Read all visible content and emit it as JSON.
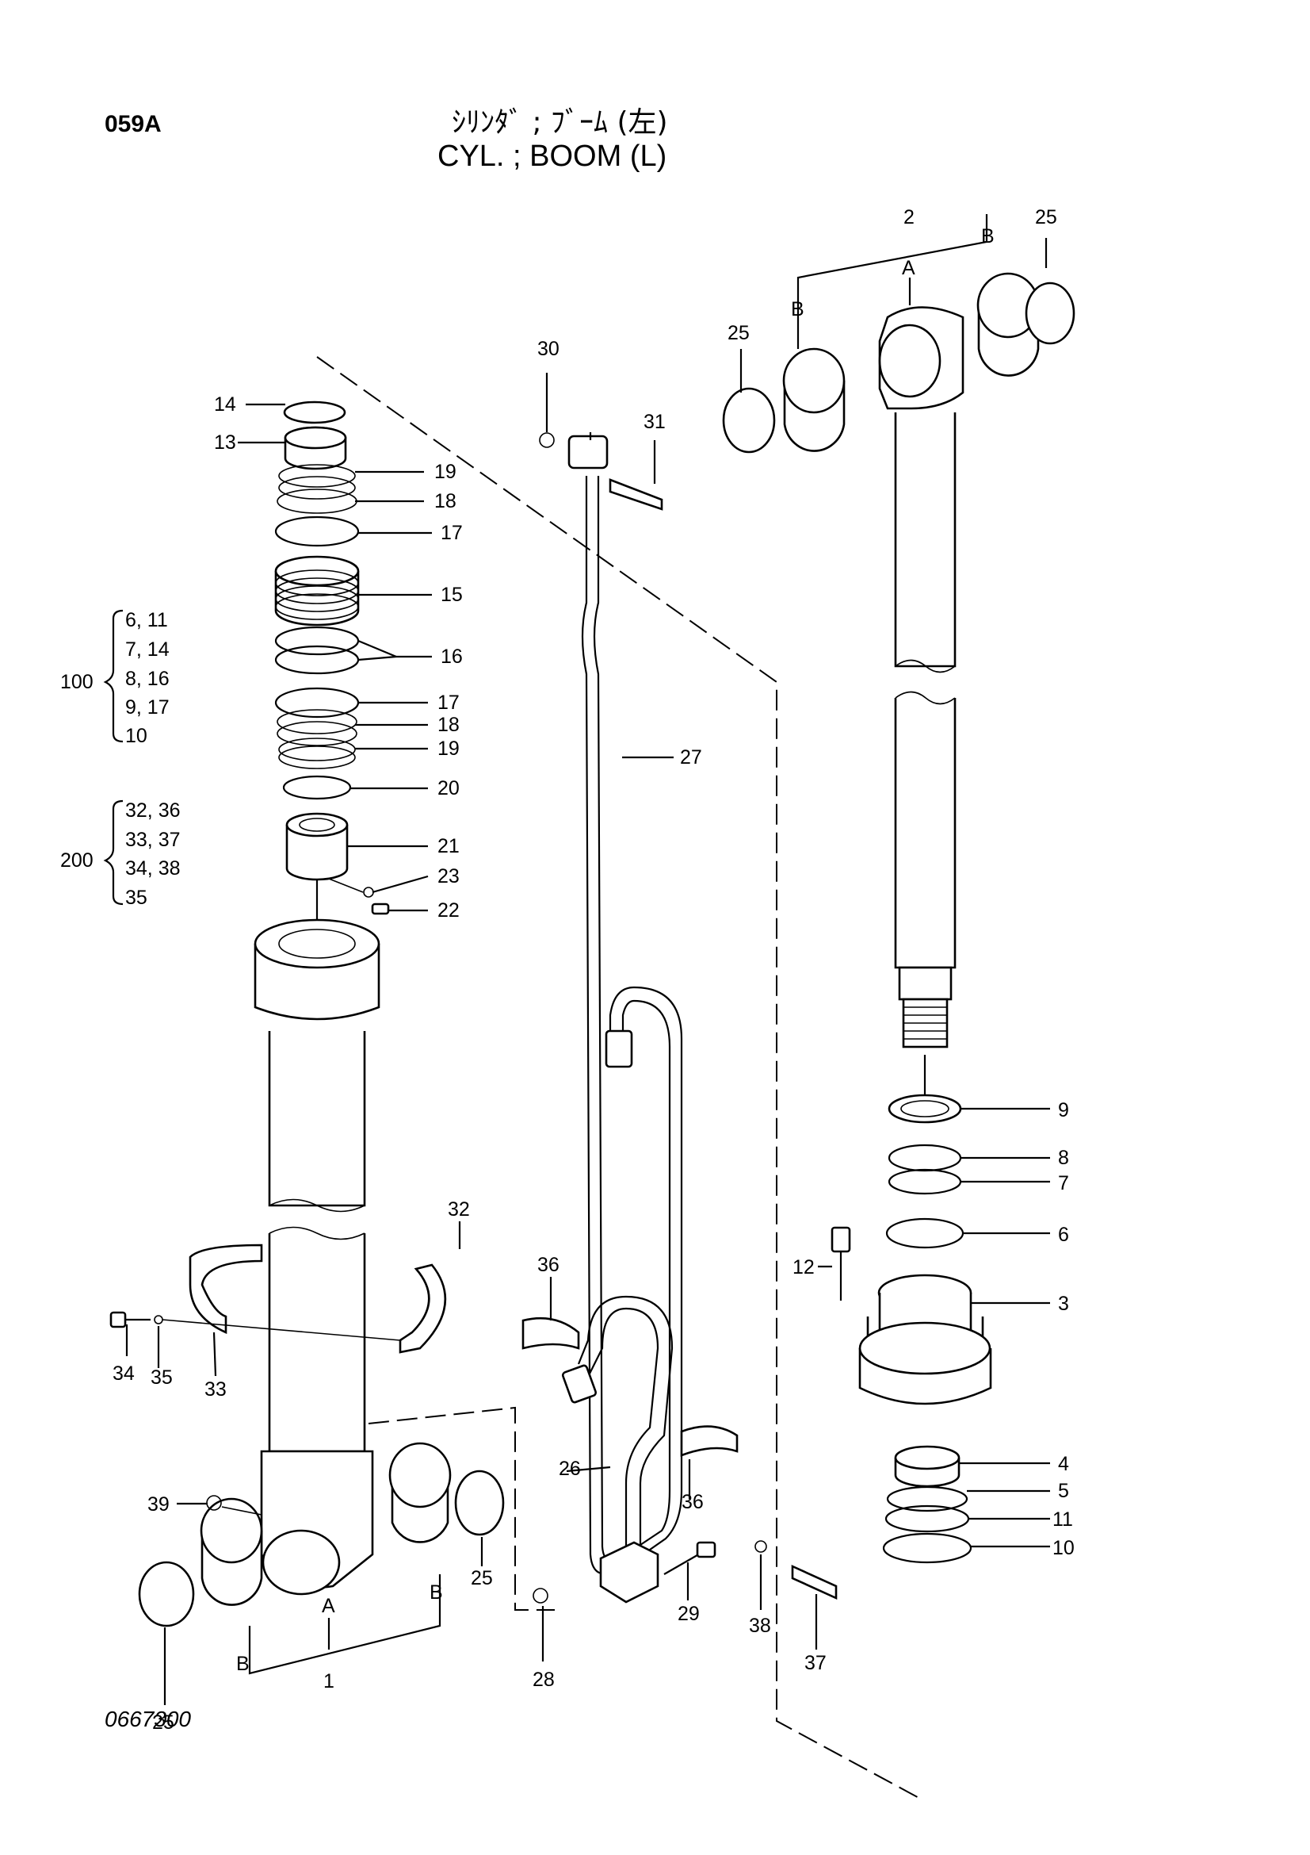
{
  "header": {
    "code": "059A",
    "title_jp": "ｼﾘﾝﾀﾞ ; ﾌﾞｰﾑ (左)",
    "title_en": "CYL. ; BOOM (L)"
  },
  "drawing_number": "0667300",
  "callouts": {
    "n1": "1",
    "n2": "2",
    "n3": "3",
    "n4": "4",
    "n5": "5",
    "n6": "6",
    "n7": "7",
    "n8": "8",
    "n9": "9",
    "n10": "10",
    "n11": "11",
    "n12": "12",
    "n13": "13",
    "n14": "14",
    "n15": "15",
    "n16": "16",
    "n17a": "17",
    "n17b": "17",
    "n18a": "18",
    "n18b": "18",
    "n19a": "19",
    "n19b": "19",
    "n20": "20",
    "n21": "21",
    "n22": "22",
    "n23": "23",
    "n25a": "25",
    "n25b": "25",
    "n25c": "25",
    "n25d": "25",
    "n26": "26",
    "n27": "27",
    "n28": "28",
    "n29": "29",
    "n30": "30",
    "n31": "31",
    "n32": "32",
    "n33": "33",
    "n34": "34",
    "n35": "35",
    "n36a": "36",
    "n36b": "36",
    "n37": "37",
    "n38": "38",
    "n39": "39"
  },
  "letters": {
    "a_top": "A",
    "b_top_left": "B",
    "b_top_right": "B",
    "a_bottom": "A",
    "b_bottom_left": "B",
    "b_bottom_right": "B"
  },
  "kit_100": {
    "number": "100",
    "items": [
      "6, 11",
      "7, 14",
      "8, 16",
      "9, 17",
      "10"
    ]
  },
  "kit_200": {
    "number": "200",
    "items": [
      "32, 36",
      "33, 37",
      "34, 38",
      "35"
    ]
  }
}
